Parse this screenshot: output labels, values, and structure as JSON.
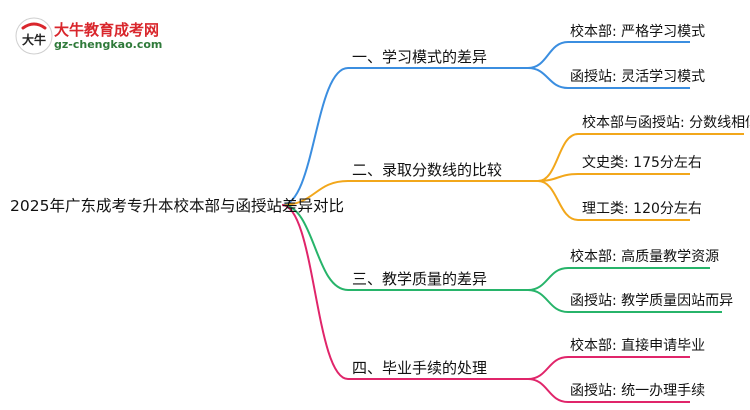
{
  "logo": {
    "mark_text": "大牛",
    "title": "大牛教育成考网",
    "url": "gz-chengkao.com"
  },
  "root": {
    "label": "2025年广东成考专升本校本部与函授站差异对比"
  },
  "colors": {
    "branch_1": "#3b8ee0",
    "branch_2": "#f2a71b",
    "branch_3": "#27b46a",
    "branch_4": "#e0256a"
  },
  "branches": [
    {
      "label": "一、学习模式的差异",
      "leaves": [
        {
          "label": "校本部: 严格学习模式"
        },
        {
          "label": "函授站: 灵活学习模式"
        }
      ]
    },
    {
      "label": "二、录取分数线的比较",
      "leaves": [
        {
          "label": "校本部与函授站: 分数线相似"
        },
        {
          "label": "文史类: 175分左右"
        },
        {
          "label": "理工类: 120分左右"
        }
      ]
    },
    {
      "label": "三、教学质量的差异",
      "leaves": [
        {
          "label": "校本部: 高质量教学资源"
        },
        {
          "label": "函授站: 教学质量因站而异"
        }
      ]
    },
    {
      "label": "四、毕业手续的处理",
      "leaves": [
        {
          "label": "校本部: 直接申请毕业"
        },
        {
          "label": "函授站: 统一办理手续"
        }
      ]
    }
  ]
}
